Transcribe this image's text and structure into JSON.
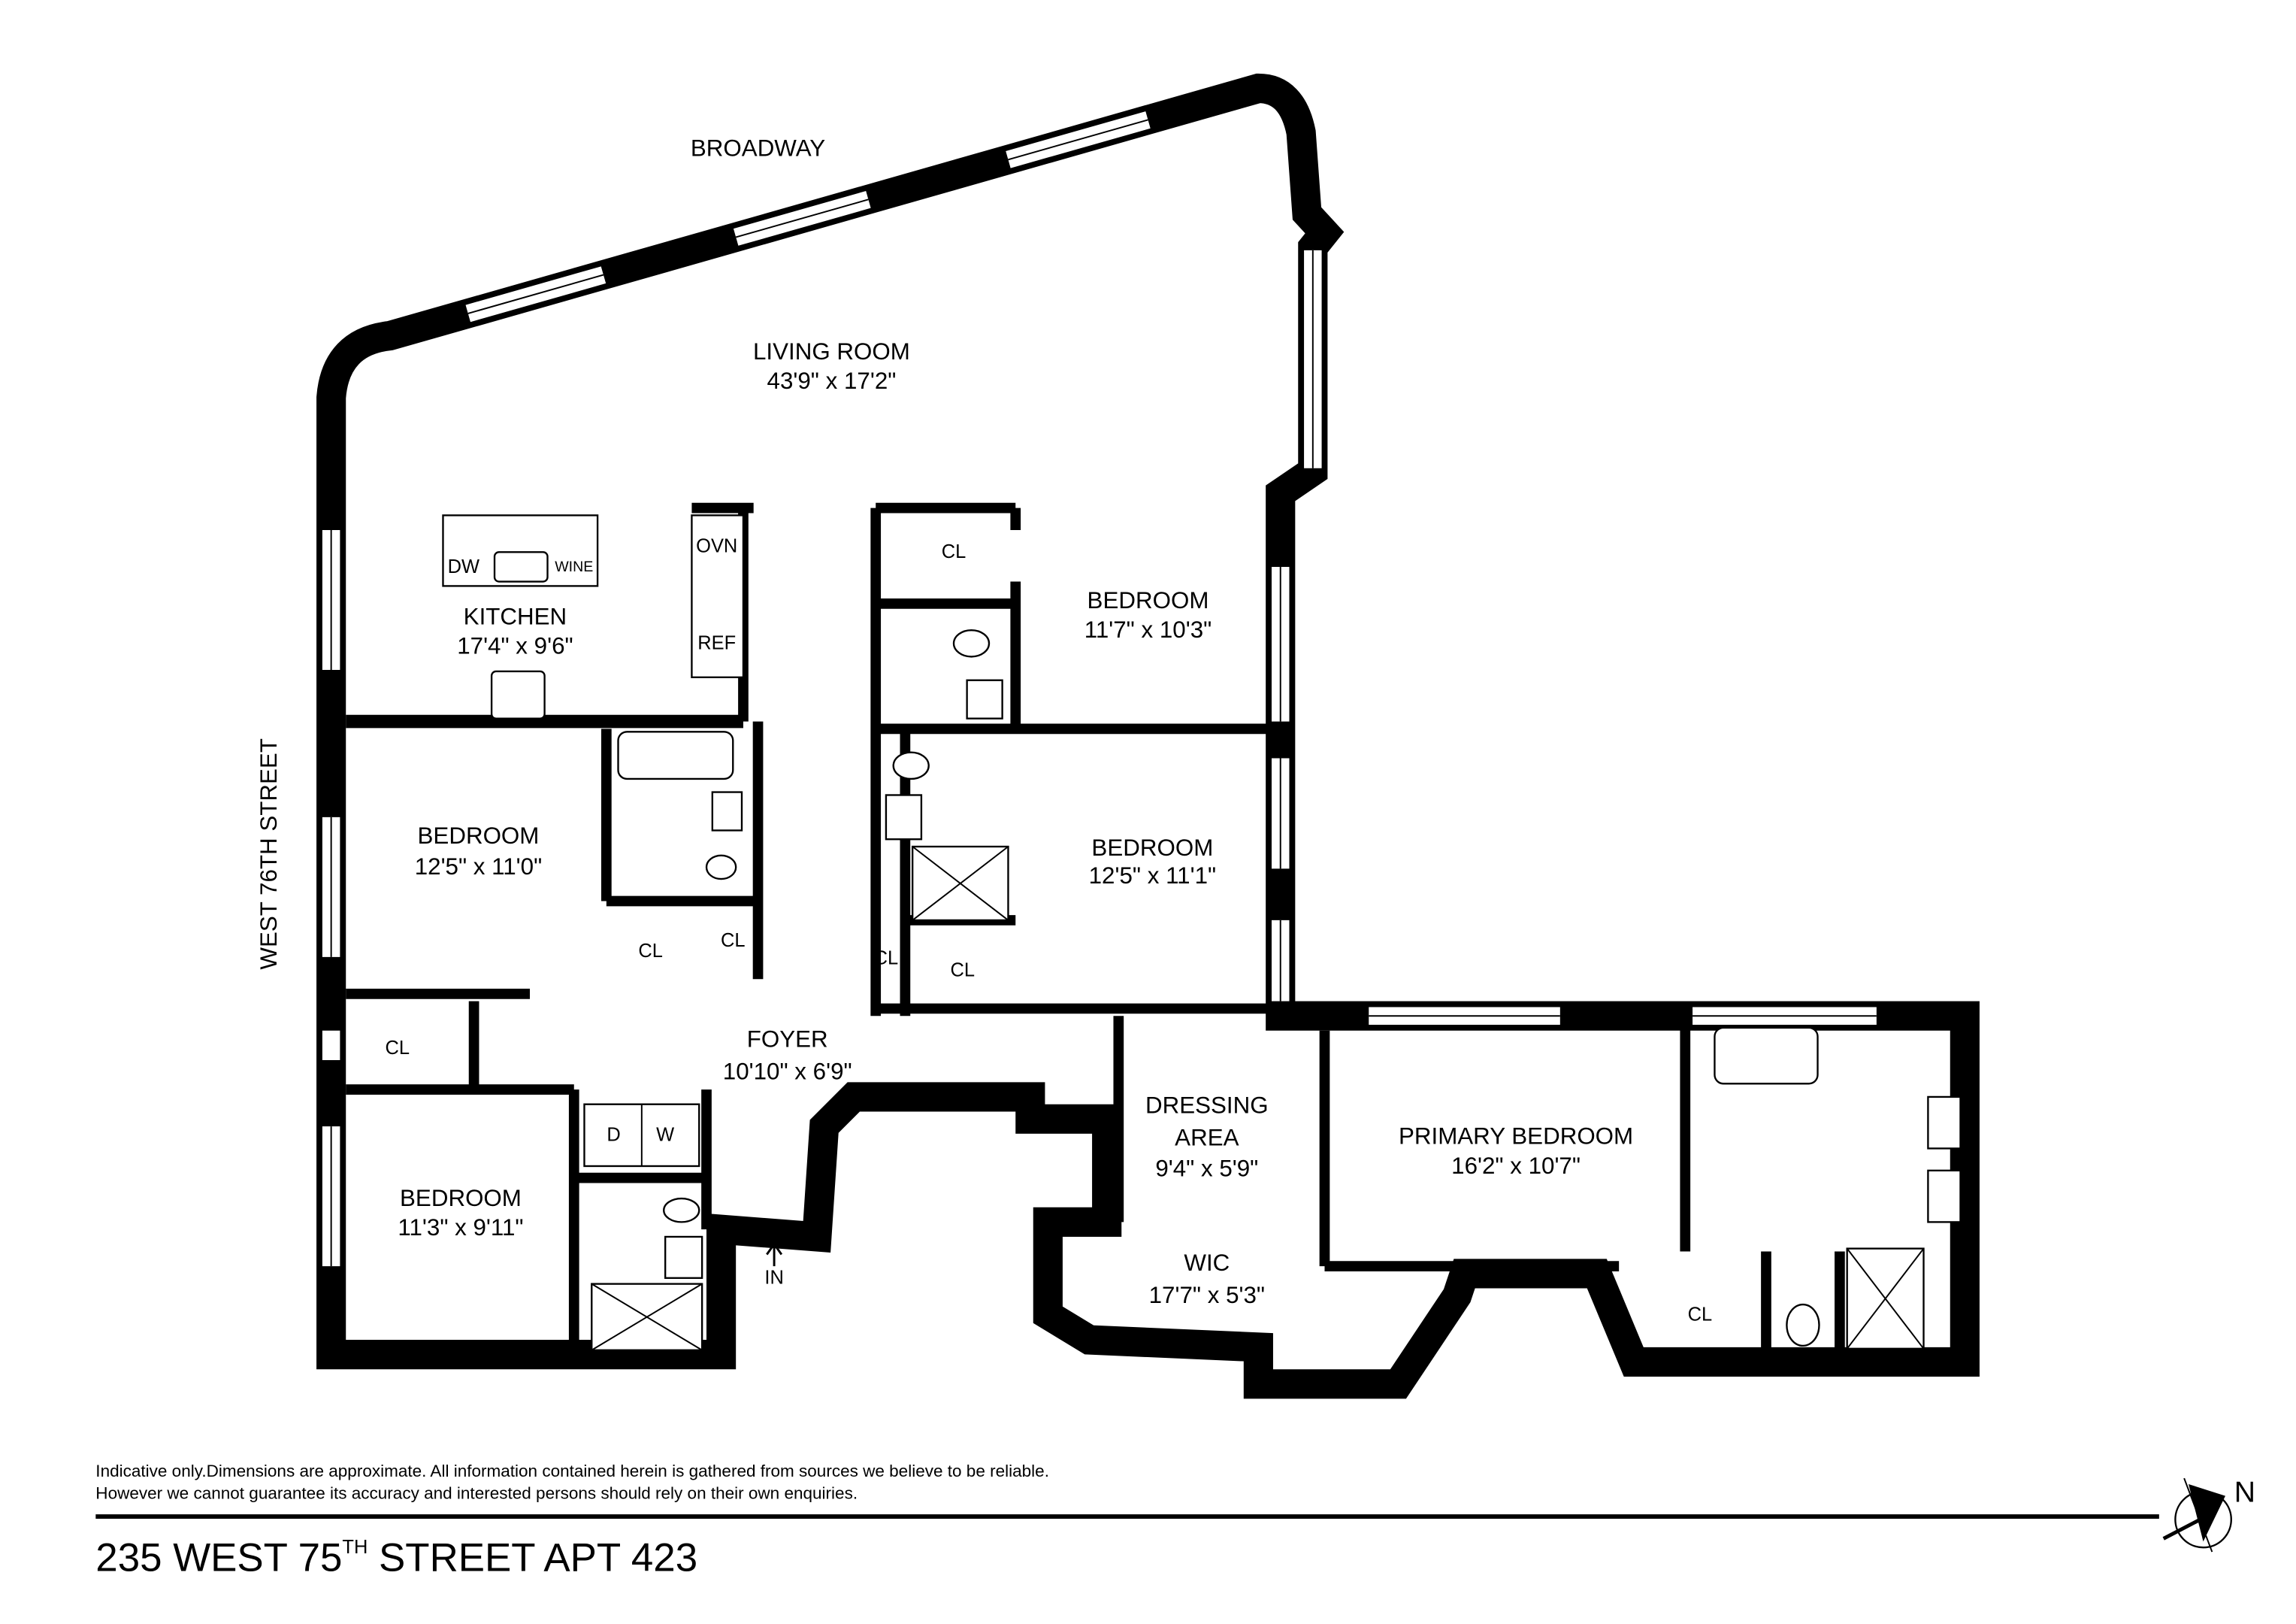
{
  "streets": {
    "north": "BROADWAY",
    "west": "WEST 76TH STREET"
  },
  "rooms": [
    {
      "name": "LIVING ROOM",
      "size": "43'9\" x 17'2\""
    },
    {
      "name": "KITCHEN",
      "size": "17'4\" x 9'6\""
    },
    {
      "name": "BEDROOM",
      "size": "11'7\" x 10'3\""
    },
    {
      "name": "BEDROOM",
      "size": "12'5\" x 11'0\""
    },
    {
      "name": "BEDROOM",
      "size": "12'5\" x 11'1\""
    },
    {
      "name": "FOYER",
      "size": "10'10\" x 6'9\""
    },
    {
      "name": "BEDROOM",
      "size": "11'3\" x 9'11\""
    },
    {
      "name": "DRESSING",
      "name2": "AREA",
      "size": "9'4\" x 5'9\""
    },
    {
      "name": "PRIMARY BEDROOM",
      "size": "16'2\" x 10'7\""
    },
    {
      "name": "WIC",
      "size": "17'7\" x 5'3\""
    }
  ],
  "closet_label": "CL",
  "fixtures": {
    "dishwasher": "DW",
    "wine": "WINE",
    "oven": "OVN",
    "refrigerator": "REF",
    "dryer": "D",
    "washer": "W"
  },
  "entry_label": "IN",
  "disclaimer": [
    "Indicative only.Dimensions are approximate. All information contained herein is gathered from sources we believe to be reliable.",
    "However we cannot guarantee its accuracy and interested persons should rely on their own enquiries."
  ],
  "address": {
    "prefix": "235 WEST 75",
    "superscript": "TH",
    "suffix": " STREET APT 423"
  },
  "compass": {
    "label": "N"
  }
}
